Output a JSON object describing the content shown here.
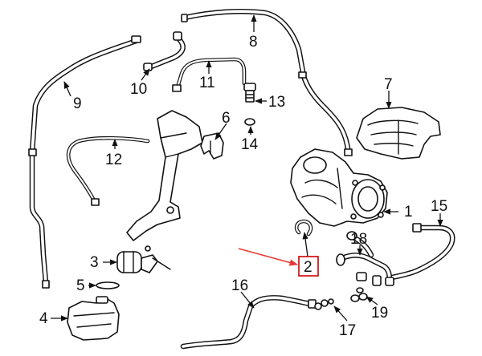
{
  "callouts": [
    {
      "id": 1,
      "label": "1"
    },
    {
      "id": 2,
      "label": "2",
      "highlighted": true
    },
    {
      "id": 3,
      "label": "3"
    },
    {
      "id": 4,
      "label": "4"
    },
    {
      "id": 5,
      "label": "5"
    },
    {
      "id": 6,
      "label": "6"
    },
    {
      "id": 7,
      "label": "7"
    },
    {
      "id": 8,
      "label": "8"
    },
    {
      "id": 9,
      "label": "9"
    },
    {
      "id": 10,
      "label": "10"
    },
    {
      "id": 11,
      "label": "11"
    },
    {
      "id": 12,
      "label": "12"
    },
    {
      "id": 13,
      "label": "13"
    },
    {
      "id": 14,
      "label": "14"
    },
    {
      "id": 15,
      "label": "15"
    },
    {
      "id": 16,
      "label": "16"
    },
    {
      "id": 17,
      "label": "17"
    },
    {
      "id": 18,
      "label": "18"
    },
    {
      "id": 19,
      "label": "19"
    }
  ],
  "colors": {
    "line": "#111111",
    "background": "#ffffff",
    "highlight_box": "#cc0000",
    "highlight_arrow": "#e53935"
  }
}
